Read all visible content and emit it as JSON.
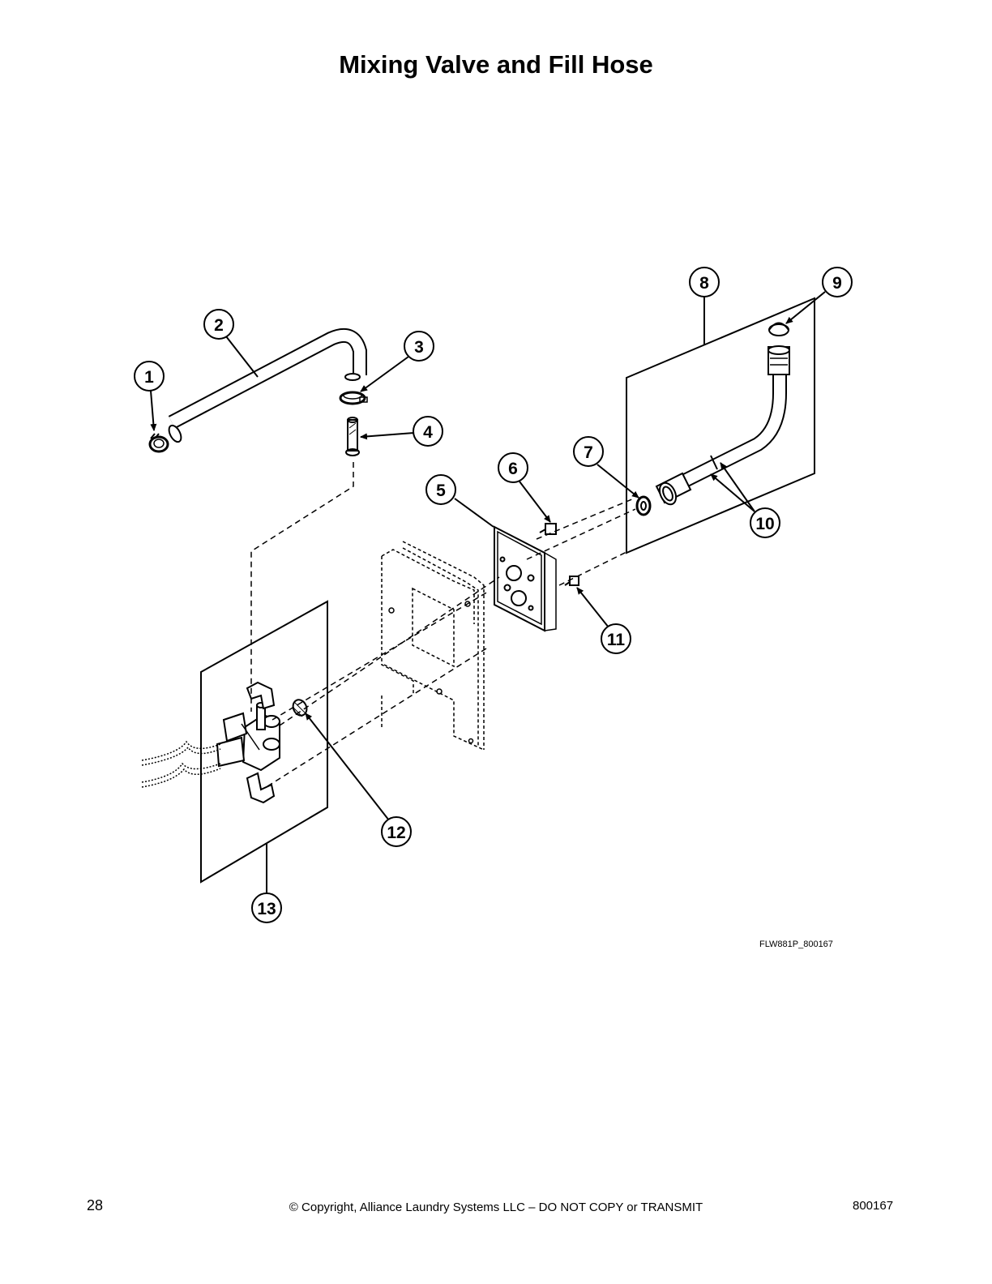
{
  "page": {
    "title": "Mixing Valve and Fill Hose",
    "figure_code": "FLW881P_800167",
    "page_number": "28",
    "copyright": "© Copyright, Alliance Laundry Systems LLC – DO NOT COPY or TRANSMIT",
    "doc_number": "800167"
  },
  "callouts": [
    "1",
    "2",
    "3",
    "4",
    "5",
    "6",
    "7",
    "8",
    "9",
    "10",
    "11",
    "12",
    "13"
  ]
}
